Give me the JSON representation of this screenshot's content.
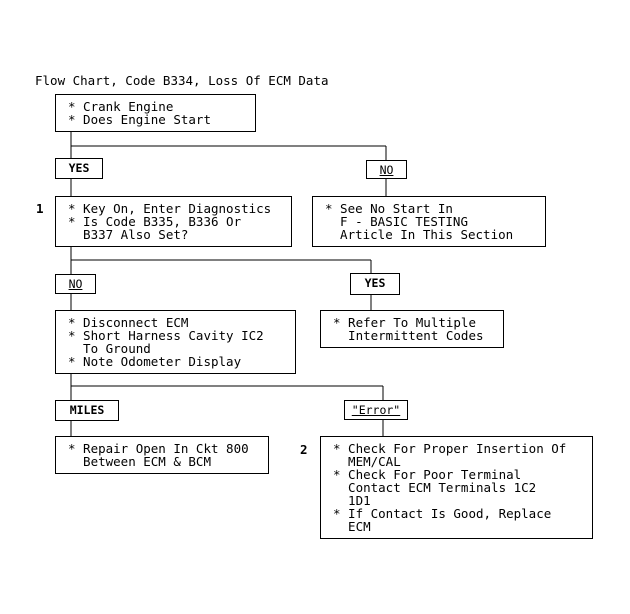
{
  "title": "Flow Chart, Code B334, Loss Of ECM Data",
  "steps": {
    "crank": [
      "* Crank Engine",
      "* Does Engine Start"
    ],
    "key_on": [
      "* Key On, Enter Diagnostics",
      "* Is Code B335, B336 Or",
      "  B337 Also Set?"
    ],
    "no_start": [
      "* See No Start In",
      "  F - BASIC TESTING",
      "  Article In This Section"
    ],
    "disconnect": [
      "* Disconnect ECM",
      "* Short Harness Cavity IC2",
      "  To Ground",
      "* Note Odometer Display"
    ],
    "refer": [
      "* Refer To Multiple",
      "  Intermittent Codes"
    ],
    "repair": [
      "* Repair Open In Ckt 800",
      "  Between ECM & BCM"
    ],
    "check": [
      "* Check For Proper Insertion Of",
      "  MEM/CAL",
      "* Check For Poor Terminal",
      "  Contact ECM Terminals 1C2",
      "  1D1",
      "* If Contact Is Good, Replace",
      "  ECM"
    ]
  },
  "labels": {
    "yes1": "YES",
    "no1": "NO",
    "no2": "NO",
    "yes2": "YES",
    "miles": "MILES",
    "error": "\"Error\""
  },
  "step_numbers": {
    "n1": "1",
    "n2": "2"
  }
}
